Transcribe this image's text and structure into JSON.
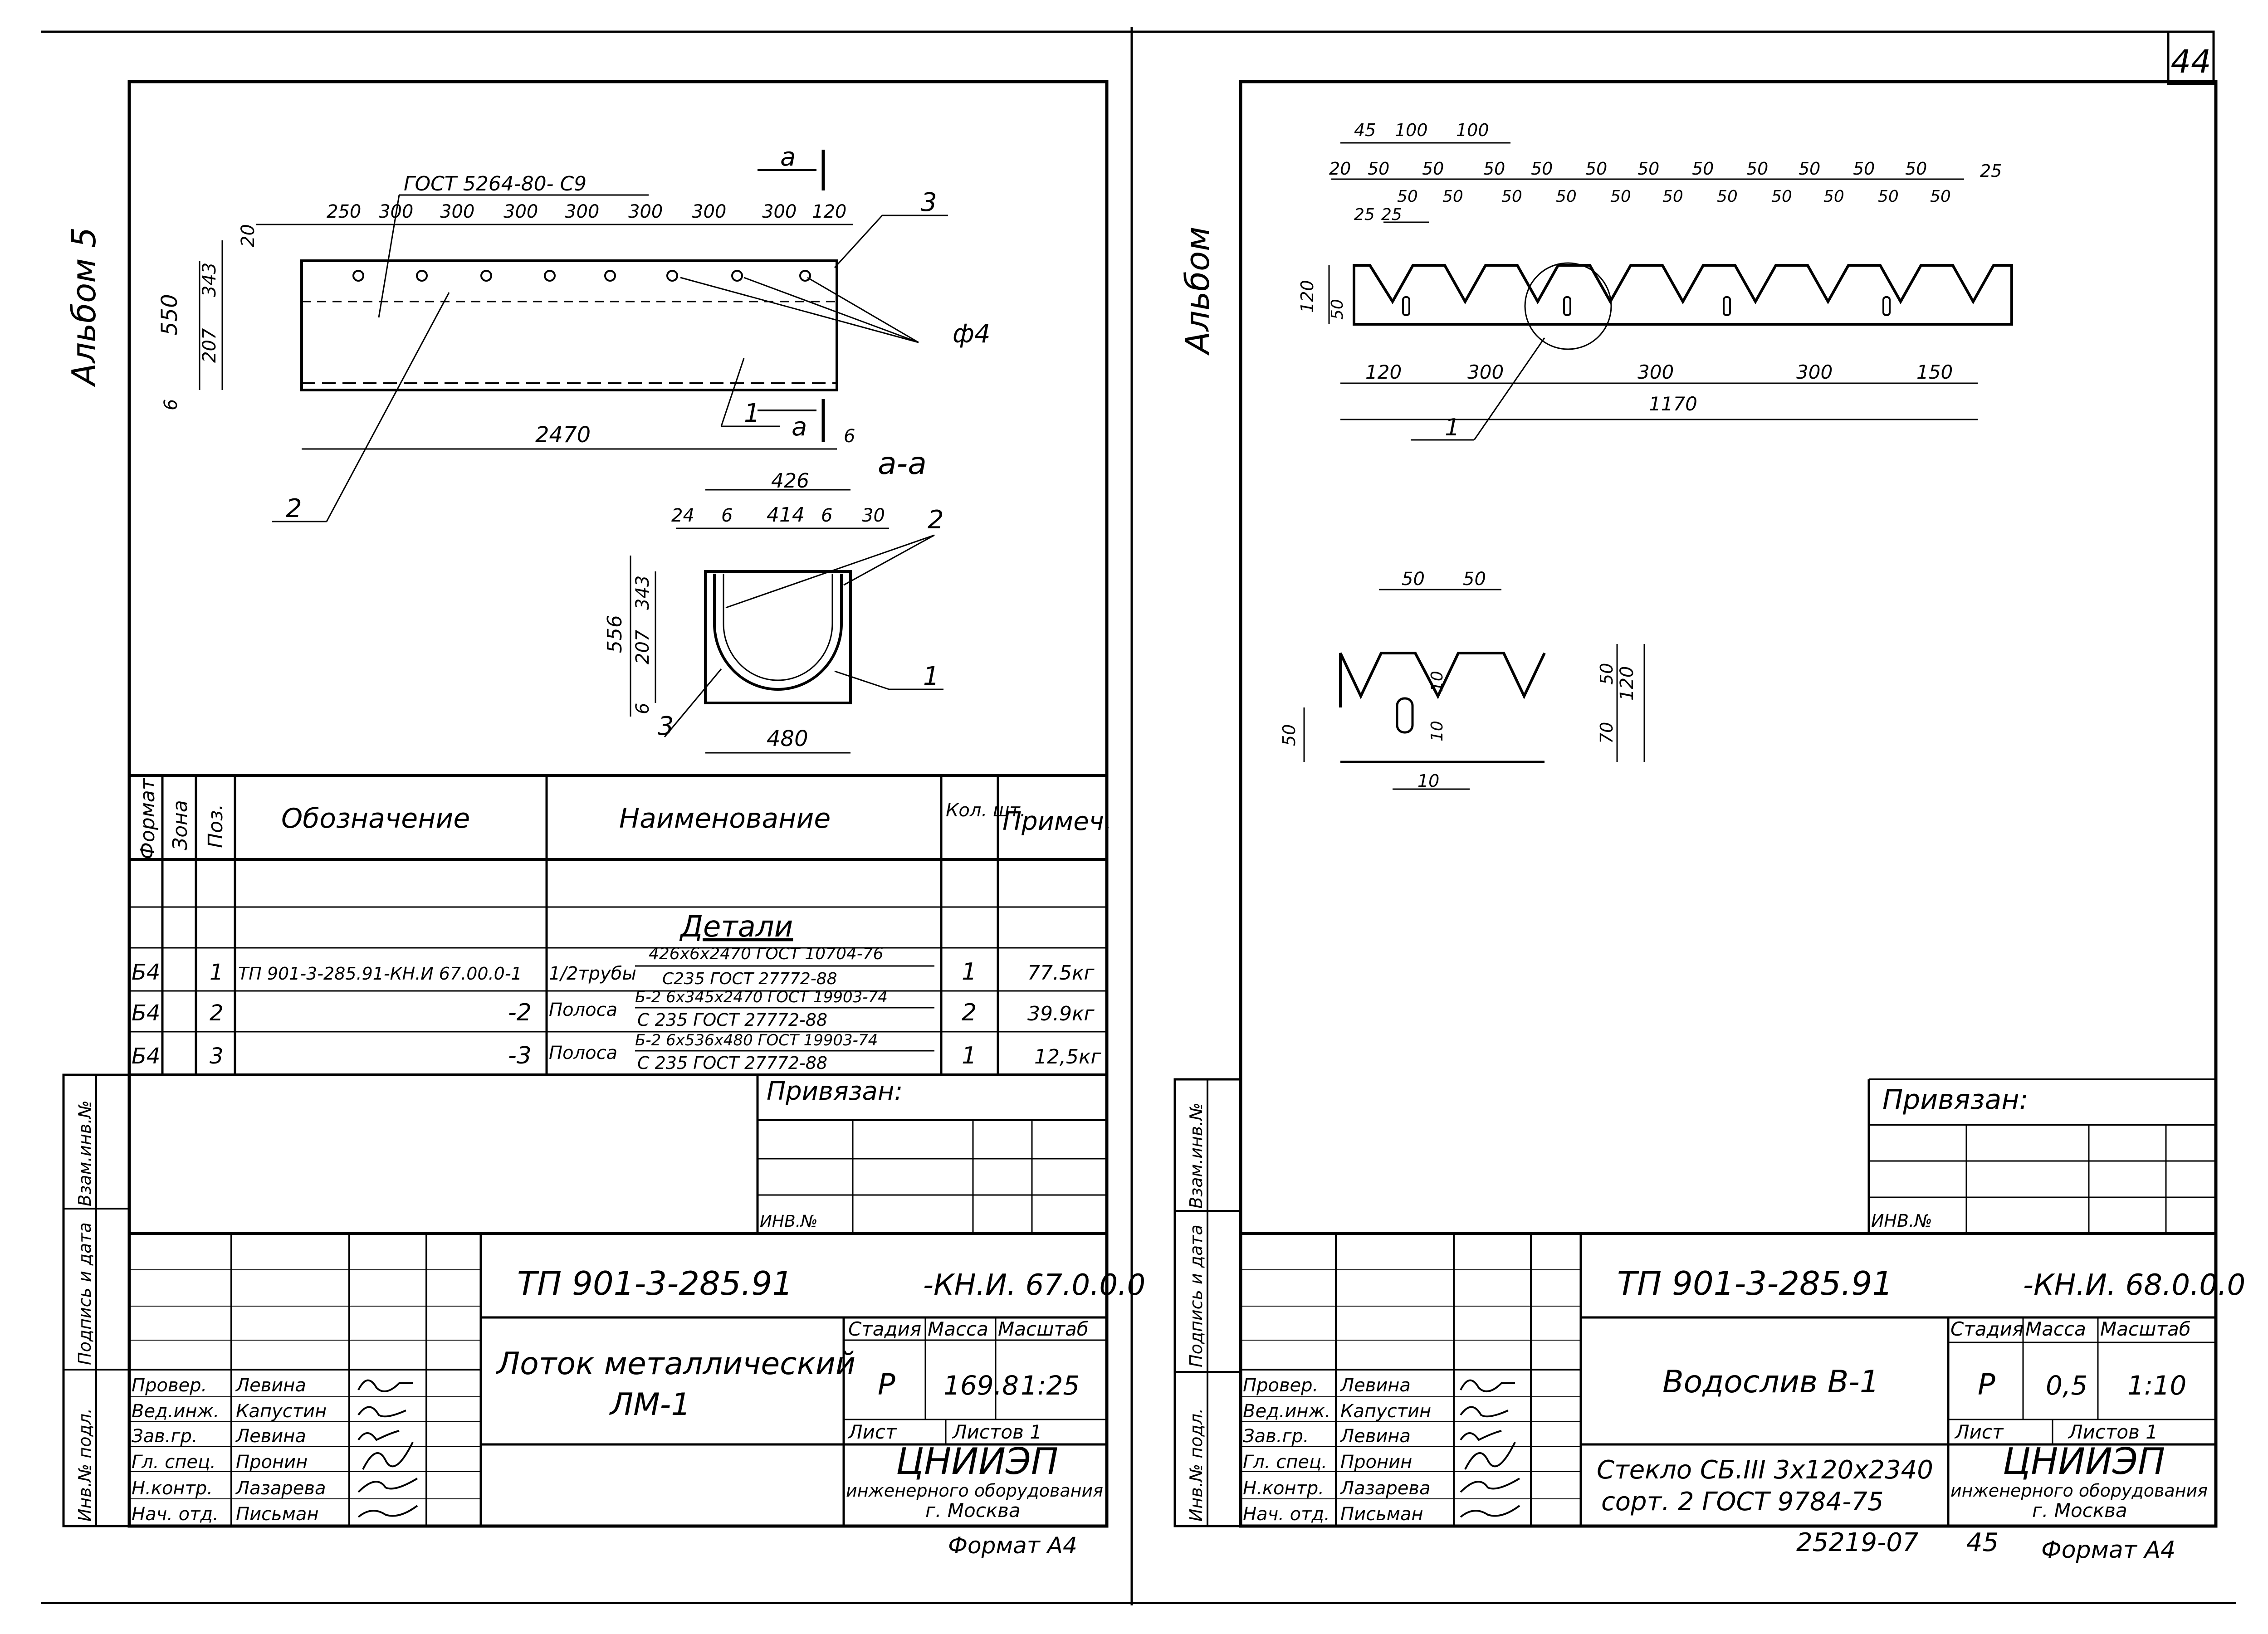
{
  "page_number": "44",
  "bottom_code": "25219-07",
  "bottom_number": "45",
  "left": {
    "album": "Альбом 5",
    "drawing": {
      "gost_note": "ГОСТ 5264-80- С9",
      "section_mark": "а",
      "section_title": "а-а",
      "hole_label": "ф4",
      "pos": [
        "1",
        "2",
        "3"
      ],
      "dims_top": [
        "250",
        "300",
        "300",
        "300",
        "300",
        "300",
        "300",
        "300",
        "120"
      ],
      "dim_20": "20",
      "dim_343": "343",
      "dim_550": "550",
      "dim_207": "207",
      "dim_6": "6",
      "dim_2470": "2470",
      "dim_426": "426",
      "dim_24": "24",
      "dim_6b": "6",
      "dim_414": "414",
      "dim_30": "30",
      "dim_556": "556",
      "dim_480": "480"
    },
    "spec": {
      "headers": [
        "Формат",
        "Зона",
        "Поз.",
        "Обозначение",
        "Наименование",
        "Кол. шт.",
        "Примеч."
      ],
      "section_title": "Детали",
      "rows": [
        {
          "format": "Б4",
          "pos": "1",
          "designation": "ТП 901-3-285.91-КН.И 67.00.0-1",
          "name_prefix": "1/2трубы",
          "name_top": "426х6х2470 ГОСТ 10704-76",
          "name_bottom": "С235  ГОСТ 27772-88",
          "qty": "1",
          "note": "77.5кг"
        },
        {
          "format": "Б4",
          "pos": "2",
          "designation": "-2",
          "name_prefix": "Полоса",
          "name_top": "Б-2 6х345х2470 ГОСТ 19903-74",
          "name_bottom": "С 235 ГОСТ 27772-88",
          "qty": "2",
          "note": "39.9кг"
        },
        {
          "format": "Б4",
          "pos": "3",
          "designation": "-3",
          "name_prefix": "Полоса",
          "name_top": "Б-2 6х536х480 ГОСТ 19903-74",
          "name_bottom": "С 235 ГОСТ 27772-88",
          "qty": "1",
          "note": "12,5кг"
        }
      ]
    },
    "privyazan": "Привязан:",
    "inv_no": "ИНВ.№",
    "side_labels": [
      "Взам.инв.№",
      "Подпись и дата",
      "Инв.№ подл."
    ],
    "stamp": {
      "code": "ТП 901-3-285.91",
      "code_suffix": "-КН.И. 67.0.0.0",
      "title": "Лоток металлический",
      "title2": "ЛМ-1",
      "stage_h": "Стадия",
      "mass_h": "Масса",
      "scale_h": "Масштаб",
      "stage": "Р",
      "mass": "169.8",
      "scale": "1:25",
      "sheet_h": "Лист",
      "sheets_h": "Листов 1",
      "org": "ЦНИИЭП",
      "org_sub": "инженерного оборудования",
      "org_city": "г. Москва",
      "roles": [
        "Провер.",
        "Вед.инж.",
        "Зав.гр.",
        "Гл. спец.",
        "Н.контр.",
        "Нач. отд."
      ],
      "names": [
        "Левина",
        "Капустин",
        "Левина",
        "Пронин",
        "Лазарева",
        "Письман"
      ],
      "format": "Формат А4"
    }
  },
  "right": {
    "album": "Альбом",
    "drawing": {
      "dims_top_row1": [
        "45",
        "100",
        "100"
      ],
      "dims_top_row2": [
        "20",
        "50",
        "50",
        "50",
        "50",
        "50",
        "50",
        "50",
        "50",
        "50",
        "50",
        "50",
        "25"
      ],
      "dims_top_row3": [
        "50",
        "50",
        "50",
        "50",
        "50",
        "50",
        "50",
        "50",
        "50",
        "50",
        "50"
      ],
      "dims_25": [
        "25",
        "25"
      ],
      "dim_120": "120",
      "dim_50": "50",
      "dims_bottom": [
        "120",
        "300",
        "300",
        "300",
        "150"
      ],
      "dim_1170": "1170",
      "pos": "1",
      "detail_dims": [
        "50",
        "50",
        "10",
        "10",
        "50",
        "120",
        "70",
        "50",
        "10"
      ]
    },
    "privyazan": "Привязан:",
    "inv_no": "ИНВ.№",
    "side_labels": [
      "Взам.инв.№",
      "Подпись и дата",
      "Инв.№ подл."
    ],
    "stamp": {
      "code": "ТП 901-3-285.91",
      "code_suffix": "-КН.И. 68.0.0.0",
      "title": "Водослив В-1",
      "note_line1": "Стекло СБ.III 3х120х2340",
      "note_line2": "сорт. 2  ГОСТ 9784-75",
      "stage_h": "Стадия",
      "mass_h": "Масса",
      "scale_h": "Масштаб",
      "stage": "Р",
      "mass": "0,5",
      "scale": "1:10",
      "sheet_h": "Лист",
      "sheets_h": "Листов 1",
      "org": "ЦНИИЭП",
      "org_sub": "инженерного оборудования",
      "org_city": "г. Москва",
      "roles": [
        "Провер.",
        "Вед.инж.",
        "Зав.гр.",
        "Гл. спец.",
        "Н.контр.",
        "Нач. отд."
      ],
      "names": [
        "Левина",
        "Капустин",
        "Левина",
        "Пронин",
        "Лазарева",
        "Письман"
      ],
      "format": "Формат А4"
    }
  }
}
